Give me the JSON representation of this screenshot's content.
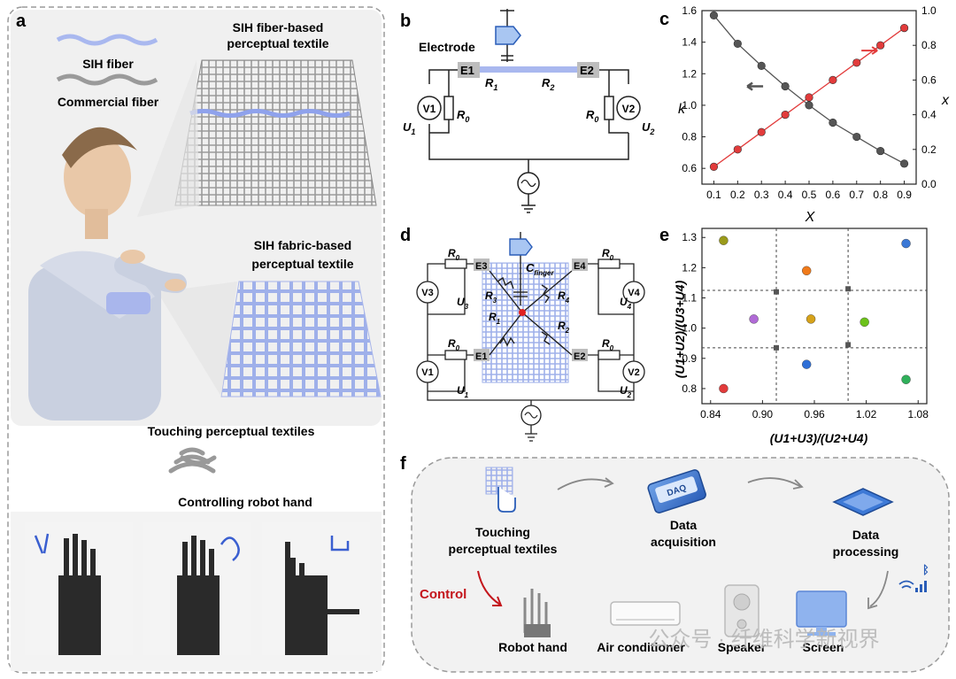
{
  "panel_a": {
    "letter": "a",
    "sih_fiber": "SIH fiber",
    "commercial_fiber": "Commercial fiber",
    "fiber_textile": [
      "SIH fiber-based",
      "perceptual textile"
    ],
    "fabric_textile": [
      "SIH fabric-based",
      "perceptual textile"
    ],
    "touching": "Touching perceptual textiles",
    "controlling": "Controlling robot hand"
  },
  "panel_b": {
    "letter": "b",
    "electrode": "Electrode",
    "e1": "E1",
    "e2": "E2",
    "r1": "R",
    "r1_sub": "1",
    "r2": "R",
    "r2_sub": "2",
    "r0": "R",
    "r0_sub": "0",
    "v1": "V1",
    "v2": "V2",
    "u1": "U",
    "u1_sub": "1",
    "u2": "U",
    "u2_sub": "2"
  },
  "panel_c": {
    "letter": "c",
    "xlabel": "X",
    "ylabel_left": "k",
    "ylabel_right": "x"
  },
  "panel_d": {
    "letter": "d",
    "e1": "E1",
    "e2": "E2",
    "e3": "E3",
    "e4": "E4",
    "cfinger": "C",
    "cfinger_sub": "finger",
    "v1": "V1",
    "v2": "V2",
    "v3": "V3",
    "v4": "V4",
    "r": "R",
    "s0": "0",
    "s1": "1",
    "s2": "2",
    "s3": "3",
    "s4": "4",
    "u": "U"
  },
  "panel_e": {
    "letter": "e",
    "xlabel": "(U1+U3)/(U2+U4)",
    "ylabel": "(U1+U2)/(U3+U4)"
  },
  "panel_f": {
    "letter": "f",
    "touching": [
      "Touching",
      "perceptual textiles"
    ],
    "acquisition": [
      "Data",
      "acquisition"
    ],
    "processing": [
      "Data",
      "processing"
    ],
    "daq": "DAQ",
    "control": "Control",
    "robot_hand": "Robot hand",
    "air_conditioner": "Air conditioner",
    "speaker": "Speaker",
    "screen": "Screen",
    "watermark": "公众号 · 纤维科学新视界"
  },
  "chart_data": [
    {
      "type": "line",
      "xlabel": "X",
      "ylabel": "k",
      "xlim": [
        0.05,
        0.95
      ],
      "xticks": [
        "0.1",
        "0.2",
        "0.3",
        "0.4",
        "0.5",
        "0.6",
        "0.7",
        "0.8",
        "0.9"
      ],
      "ylim_left": [
        0.5,
        1.6
      ],
      "yticks_left": [
        "0.6",
        "0.8",
        "1.0",
        "1.2",
        "1.4",
        "1.6"
      ],
      "ylim_right": [
        0.0,
        1.0
      ],
      "yticks_right": [
        "0.0",
        "0.2",
        "0.4",
        "0.6",
        "0.8",
        "1.0"
      ],
      "ylabel_right": "x",
      "x": [
        0.1,
        0.2,
        0.3,
        0.4,
        0.5,
        0.6,
        0.7,
        0.8,
        0.9
      ],
      "series": [
        {
          "axis": "left",
          "color": "#555555",
          "values": [
            1.57,
            1.39,
            1.25,
            1.12,
            1.0,
            0.89,
            0.8,
            0.71,
            0.63
          ]
        },
        {
          "axis": "right",
          "color": "#e23b3b",
          "values": [
            0.1,
            0.2,
            0.3,
            0.4,
            0.5,
            0.6,
            0.7,
            0.8,
            0.9
          ]
        }
      ]
    },
    {
      "type": "scatter",
      "xlabel": "(U1+U3)/(U2+U4)",
      "ylabel": "(U1+U2)/(U3+U4)",
      "xlim": [
        0.83,
        1.09
      ],
      "xticks": [
        "0.84",
        "0.90",
        "0.96",
        "1.02",
        "1.08"
      ],
      "ylim": [
        0.75,
        1.33
      ],
      "yticks": [
        "0.8",
        "0.9",
        "1.0",
        "1.1",
        "1.2",
        "1.3"
      ],
      "points": [
        {
          "x": 0.855,
          "y": 1.29,
          "color": "#9a9a1a"
        },
        {
          "x": 0.951,
          "y": 1.19,
          "color": "#f07a1a"
        },
        {
          "x": 1.066,
          "y": 1.28,
          "color": "#3a78d6"
        },
        {
          "x": 0.89,
          "y": 1.03,
          "color": "#b06ad6"
        },
        {
          "x": 0.956,
          "y": 1.03,
          "color": "#d6a21a"
        },
        {
          "x": 1.018,
          "y": 1.02,
          "color": "#6cc21a"
        },
        {
          "x": 0.855,
          "y": 0.8,
          "color": "#e23b3b"
        },
        {
          "x": 0.951,
          "y": 0.88,
          "color": "#2f6fd6"
        },
        {
          "x": 1.066,
          "y": 0.83,
          "color": "#2fb05a"
        }
      ],
      "markers": [
        {
          "x": 0.916,
          "y": 1.12
        },
        {
          "x": 0.999,
          "y": 1.13
        },
        {
          "x": 0.916,
          "y": 0.935
        },
        {
          "x": 0.999,
          "y": 0.945
        }
      ],
      "vlines": [
        0.916,
        0.999
      ],
      "hlines": [
        1.125,
        0.935
      ]
    }
  ]
}
